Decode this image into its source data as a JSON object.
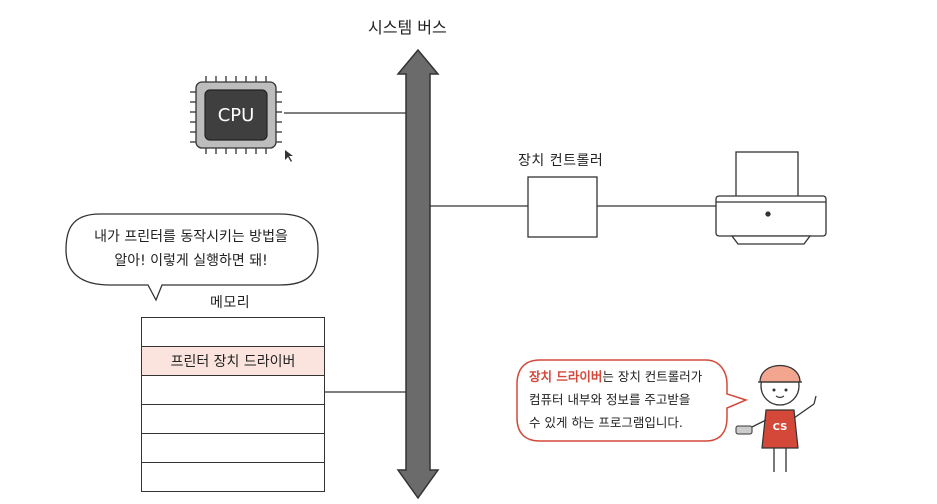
{
  "bus": {
    "title": "시스템 버스"
  },
  "cpu": {
    "label": "CPU"
  },
  "controller": {
    "label": "장치 컨트롤러"
  },
  "memory": {
    "label": "메모리",
    "rows": [
      "",
      "프린터 장치 드라이버",
      "",
      "",
      "",
      ""
    ]
  },
  "speech_left": {
    "line1": "내가 프린터를 동작시키는 방법을",
    "line2": "알아! 이렇게 실행하면 돼!"
  },
  "speech_right": {
    "highlight": "장치 드라이버",
    "line1_rest": "는 장치 컨트롤러가",
    "line2": "컴퓨터 내부와 정보를 주고받을",
    "line3": "수 있게 하는 프로그램입니다."
  },
  "mascot": {
    "badge": "CS"
  },
  "colors": {
    "accent": "#d4483a",
    "highlight_row": "#fbe4de",
    "bus": "#6b6b6b"
  }
}
